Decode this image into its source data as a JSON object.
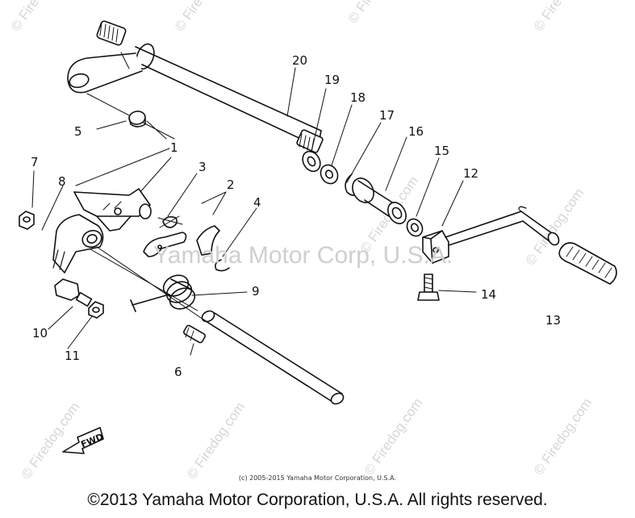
{
  "watermark": {
    "brand_text": "Yamaha Motor Corp, U.S.A.",
    "site_text": "© Firedog.com"
  },
  "callouts": {
    "n1": "1",
    "n2": "2",
    "n3": "3",
    "n4": "4",
    "n5": "5",
    "n6": "6",
    "n7": "7",
    "n8": "8",
    "n9": "9",
    "n10": "10",
    "n11": "11",
    "n12": "12",
    "n13": "13",
    "n14": "14",
    "n15": "15",
    "n16": "16",
    "n17": "17",
    "n18": "18",
    "n19": "19",
    "n20": "20"
  },
  "fwd_label": "FWD",
  "small_copyright": "(c) 2005-2015 Yamaha Motor Corporation, U.S.A.",
  "footer_copyright": "©2013 Yamaha Motor Corporation, U.S.A. All rights reserved."
}
